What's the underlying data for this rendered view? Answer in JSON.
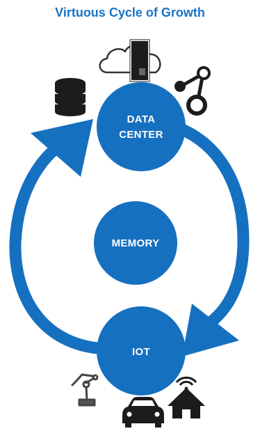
{
  "title": "Virtuous Cycle of Growth",
  "colors": {
    "title": "#1a73c6",
    "accent": "#1670c0",
    "icon_dark": "#1c1c1c",
    "icon_line": "#444444"
  },
  "nodes": {
    "top": {
      "line1": "DATA",
      "line2": "CENTER"
    },
    "center": {
      "label": "MEMORY"
    },
    "bottom": {
      "label": "IOT"
    }
  },
  "icons": {
    "data_center": [
      "database-icon",
      "cloud-server-icon",
      "network-share-icon"
    ],
    "iot": [
      "robot-arm-icon",
      "car-icon",
      "smart-home-icon"
    ]
  }
}
